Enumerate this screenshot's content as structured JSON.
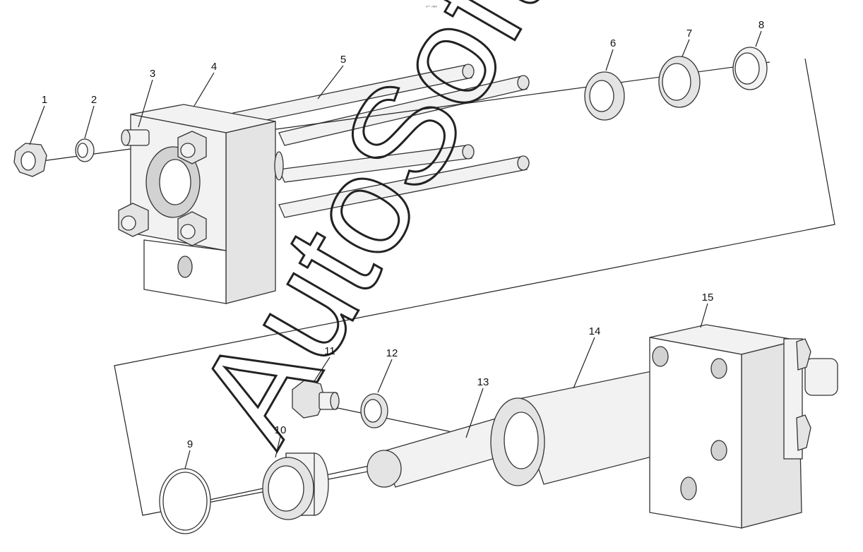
{
  "header_mark": "ⁿ⁼ ⁿⁿⁿ",
  "watermark": "AutoSoft",
  "callouts": [
    {
      "id": "c1",
      "label": "1"
    },
    {
      "id": "c2",
      "label": "2"
    },
    {
      "id": "c3",
      "label": "3"
    },
    {
      "id": "c4",
      "label": "4"
    },
    {
      "id": "c5",
      "label": "5"
    },
    {
      "id": "c6",
      "label": "6"
    },
    {
      "id": "c7",
      "label": "7"
    },
    {
      "id": "c8",
      "label": "8"
    },
    {
      "id": "c9",
      "label": "9"
    },
    {
      "id": "c10",
      "label": "10"
    },
    {
      "id": "c11",
      "label": "11"
    },
    {
      "id": "c12",
      "label": "12"
    },
    {
      "id": "c13",
      "label": "13"
    },
    {
      "id": "c14",
      "label": "14"
    },
    {
      "id": "c15",
      "label": "15"
    }
  ]
}
